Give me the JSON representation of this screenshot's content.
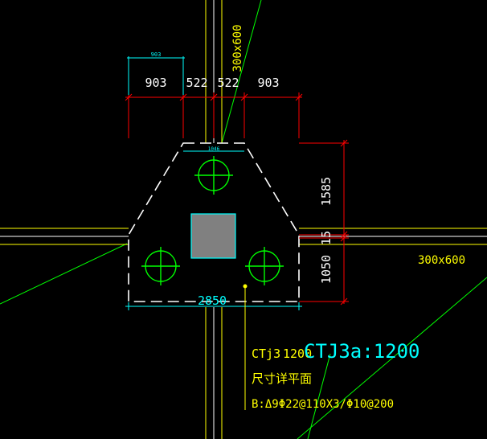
{
  "canvas": {
    "background": "#000000"
  },
  "colors": {
    "beam": "#ffff00",
    "dimension_red": "#ff0000",
    "dimension_cyan": "#00ffff",
    "outline": "#ffffff",
    "pile": "#00ff00",
    "column_fill": "#808080",
    "column_edge": "#00ffff",
    "diagonal": "#00ff00"
  },
  "beams": {
    "vertical_label": "300x600",
    "horizontal_label": "300x600"
  },
  "dimensions": {
    "top": [
      "903",
      "522",
      "522",
      "903"
    ],
    "top_small": "903",
    "right": [
      "1585",
      "15",
      "1050"
    ],
    "bottom": "2850",
    "top_edge": "1046"
  },
  "annotation": {
    "code_prefix": "CTj3",
    "code_suffix": "1200",
    "title": "CTJ3a:1200",
    "subtitle": "尺寸详平面",
    "rebar": "B:Δ9Φ22@110X3/Φ10@200"
  },
  "piles": [
    {
      "id": "pile-top"
    },
    {
      "id": "pile-left"
    },
    {
      "id": "pile-right"
    }
  ]
}
